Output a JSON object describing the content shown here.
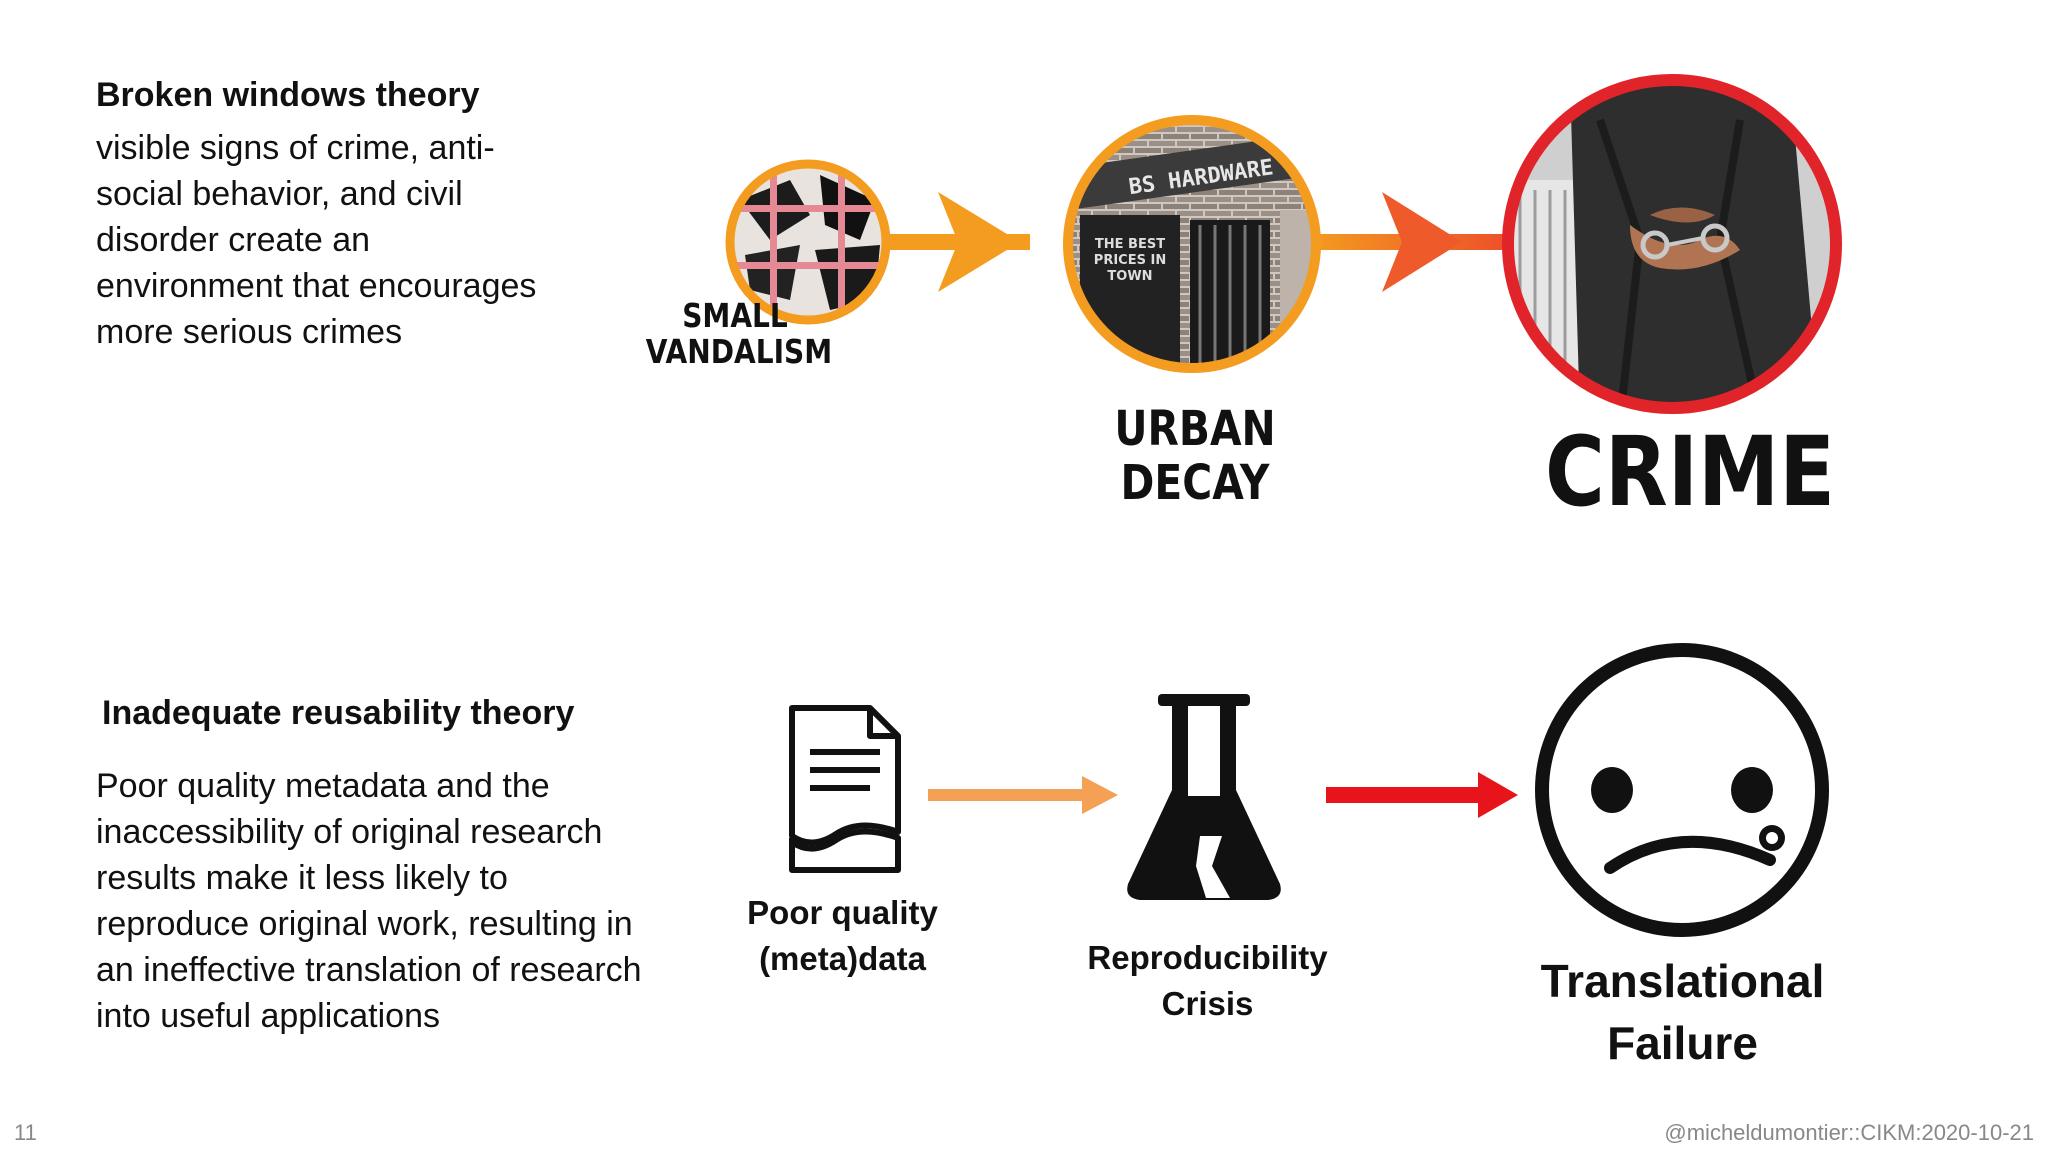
{
  "top_theory": {
    "heading": "Broken windows theory",
    "text": "visible signs of crime, anti-social behavior, and civil disorder create an environment that encourages more serious crimes"
  },
  "bottom_theory": {
    "heading": "Inadequate reusability theory",
    "text": "Poor quality metadata and the inaccessibility of original research results make it less likely to reproduce original work, resulting in an ineffective translation of research into useful applications"
  },
  "top_flow": {
    "steps": [
      "SMALL VANDALISM",
      "URBAN DECAY",
      "CRIME"
    ],
    "colors": {
      "orange": "#f39c1f",
      "deep_orange": "#ef6b2a",
      "red": "#e0242a"
    }
  },
  "bottom_flow": {
    "steps": [
      "Poor quality (meta)data",
      "Reproducibility Crisis",
      "Translational Failure"
    ],
    "icons": [
      "document-icon",
      "flask-icon",
      "sad-face-icon"
    ],
    "colors": {
      "arrow1": "#f4a055",
      "arrow2": "#e8141b"
    }
  },
  "footer": {
    "page_number": "11",
    "credit": "@micheldumontier::CIKM:2020-10-21"
  }
}
